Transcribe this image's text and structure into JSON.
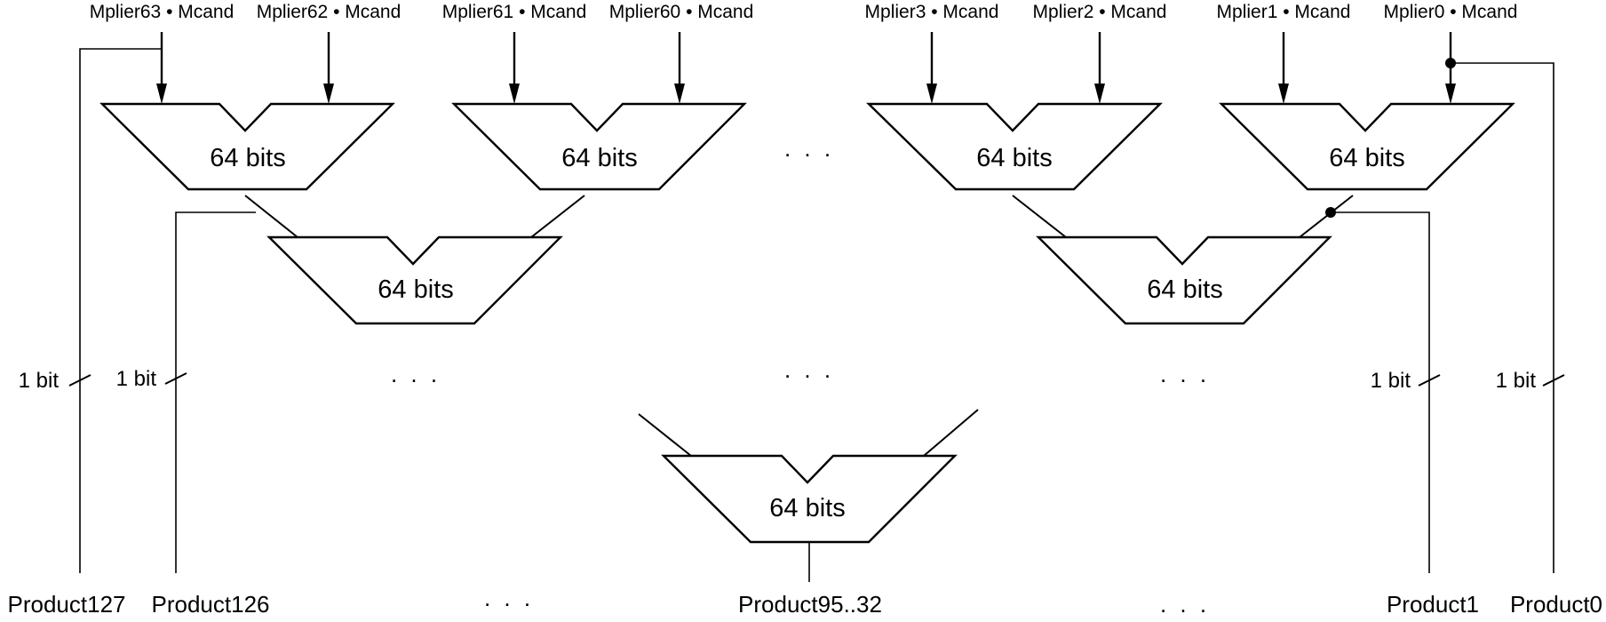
{
  "inputs": [
    "Mplier63 • Mcand",
    "Mplier62 • Mcand",
    "Mplier61 • Mcand",
    "Mplier60 • Mcand",
    "Mplier3 • Mcand",
    "Mplier2 • Mcand",
    "Mplier1 • Mcand",
    "Mplier0 • Mcand"
  ],
  "adder_label": "64 bits",
  "bit_label": "1 bit",
  "ellipsis": ". . .",
  "outputs": {
    "product127": "Product127",
    "product126": "Product126",
    "product_mid": "Product95..32",
    "product1": "Product1",
    "product0": "Product0"
  }
}
